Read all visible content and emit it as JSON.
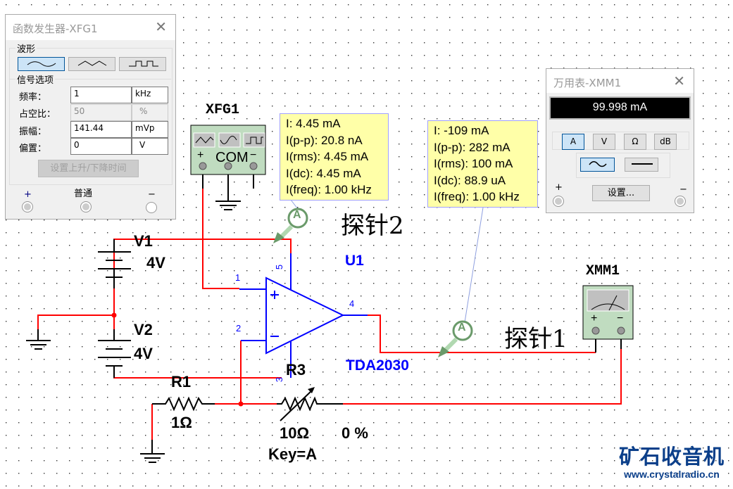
{
  "function_generator_dialog": {
    "title": "函数发生器-XFG1",
    "close_icon": "close-icon",
    "waveform_group": "波形",
    "waveforms": [
      {
        "icon": "sine-wave-icon",
        "selected": true
      },
      {
        "icon": "triangle-wave-icon",
        "selected": false
      },
      {
        "icon": "square-wave-icon",
        "selected": false
      }
    ],
    "signal_group": "信号选项",
    "fields": [
      {
        "label": "频率：",
        "value": "1",
        "unit": "kHz",
        "enabled": true
      },
      {
        "label": "占空比：",
        "value": "50",
        "unit": "%",
        "enabled": false
      },
      {
        "label": "振幅：",
        "value": "141.44",
        "unit": "mVp",
        "enabled": true
      },
      {
        "label": "偏置：",
        "value": "0",
        "unit": "V",
        "enabled": true
      }
    ],
    "rise_fall_button": "设置上升/下降时间",
    "terminal_plus": "+",
    "terminal_common": "普通",
    "terminal_minus": "−"
  },
  "multimeter_dialog": {
    "title": "万用表-XMM1",
    "display": "99.998 mA",
    "modes": [
      "A",
      "V",
      "Ω",
      "dB"
    ],
    "selected_mode": "A",
    "signal_types": [
      {
        "icon": "ac-icon",
        "selected": true
      },
      {
        "icon": "dc-icon",
        "selected": false
      }
    ],
    "settings_button": "设置...",
    "terminal_plus": "+",
    "terminal_minus": "−"
  },
  "probe2_tooltip": [
    "I: 4.45 mA",
    "I(p-p): 20.8 nA",
    "I(rms): 4.45 mA",
    "I(dc): 4.45 mA",
    "I(freq): 1.00 kHz"
  ],
  "probe1_tooltip": [
    "I: -109 mA",
    "I(p-p): 282 mA",
    "I(rms): 100 mA",
    "I(dc): 88.9 uA",
    "I(freq): 1.00 kHz"
  ],
  "schematic": {
    "xfg1_label": "XFG1",
    "xfg1_com": "COM",
    "xfg1_plus": "+",
    "xfg1_minus": "−",
    "probe_letter": "A",
    "probe2_label": "探针2",
    "probe1_label": "探针1",
    "v1_name": "V1",
    "v1_value": "4V",
    "v2_name": "V2",
    "v2_value": "4V",
    "r1_name": "R1",
    "r1_value": "1Ω",
    "r3_name": "R3",
    "r3_value": "10Ω",
    "r3_percent": "0 %",
    "r3_key": "Key=A",
    "u1_name": "U1",
    "u1_model": "TDA2030",
    "pins": [
      "1",
      "2",
      "3",
      "4",
      "5"
    ],
    "opamp_plus": "+",
    "opamp_minus": "−",
    "xmm1_label": "XMM1",
    "xmm1_plus": "+",
    "xmm1_minus": "−",
    "wire_color": "#ff0000",
    "component_color": "#0000ff",
    "instrument_fill": "#c0dcc0",
    "probe_color": "#6a9a6a"
  },
  "watermark": {
    "title": "矿石收音机",
    "url": "www.crystalradio.cn",
    "color": "#0b3f8a"
  }
}
